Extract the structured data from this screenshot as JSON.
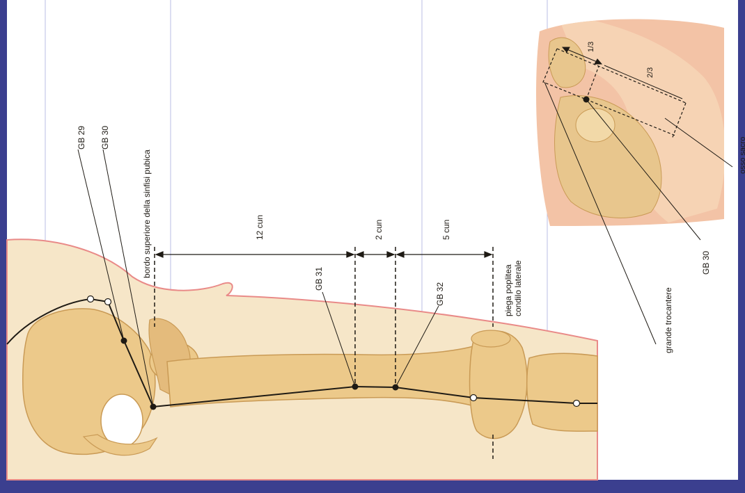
{
  "points": {
    "gb29": "GB 29",
    "gb30": "GB 30",
    "gb31": "GB 31",
    "gb32": "GB 32"
  },
  "landmarks": {
    "pubic": "bordo superiore della sinfisi pubica",
    "popliteal_1": "piega poplitea",
    "popliteal_2": "condilo laterale",
    "trochanter": "grande trocantere",
    "cut_label": "osso sacro"
  },
  "measurements": {
    "m12": "12 cun",
    "m2": "2 cun",
    "m5": "5 cun",
    "third": "1/3",
    "two_thirds": "2/3"
  },
  "inset_point": "GB 30",
  "colors": {
    "frame": "#3b3f8f",
    "page": "#ffffff",
    "skin": "#f6e6c8",
    "skin_outline": "#e98a88",
    "bone": "#ecc98a",
    "bone_dark": "#c99a55",
    "inset_bg": "#f3c3a6",
    "line": "#1e1a14",
    "grid": "#b9bde6"
  }
}
